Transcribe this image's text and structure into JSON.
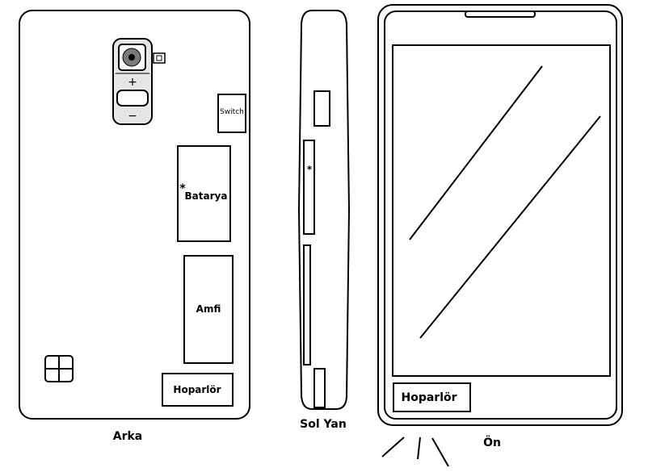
{
  "back_view": {
    "title": "Arka",
    "camera_plus": "+",
    "camera_minus": "−",
    "switch_label": "Switch",
    "battery_label": "Batarya",
    "battery_marker": "*",
    "amp_label": "Amfi",
    "speaker_label": "Hoparlör",
    "logo_icon": "windows-logo-icon"
  },
  "side_view": {
    "title": "Sol Yan",
    "slot_marker": "*"
  },
  "front_view": {
    "title": "Ön",
    "speaker_label": "Hoparlör"
  },
  "colors": {
    "stroke": "#000000",
    "background": "#ffffff",
    "camera_fill": "#e6e6e6",
    "lens_fill": "#7a7a7a"
  }
}
